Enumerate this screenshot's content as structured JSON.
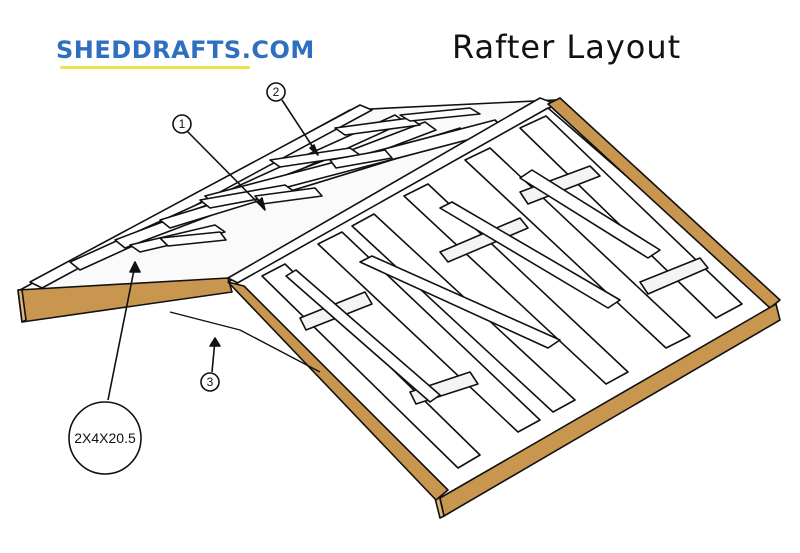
{
  "header": {
    "brand": "SHEDDRAFTS.COM",
    "title": "Rafter Layout"
  },
  "callouts": [
    {
      "number": "1"
    },
    {
      "number": "2"
    },
    {
      "number": "3"
    }
  ],
  "dimension_label": "2X4X20.5",
  "colors": {
    "brand_blue": "#2f6fbf",
    "brand_underline": "#f0e04a",
    "lumber_face": "#c8964f",
    "lumber_light": "#f4f4f4",
    "outline": "#111111"
  }
}
